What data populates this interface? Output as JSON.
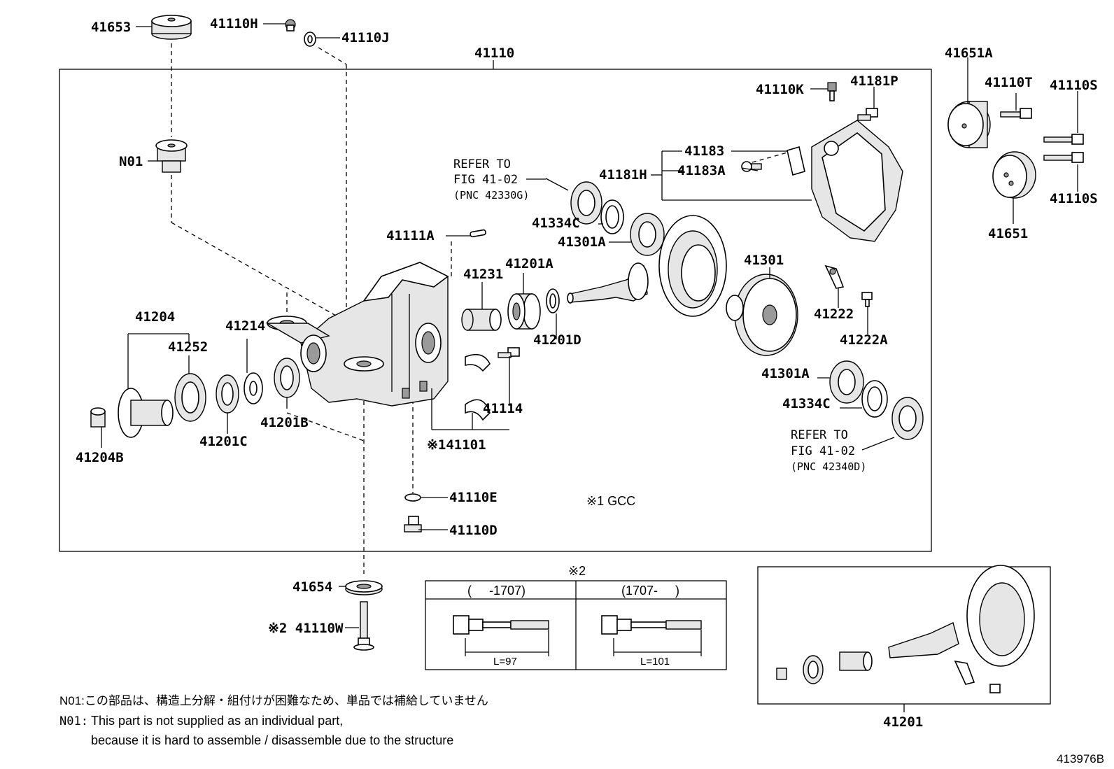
{
  "diagram_id": "413976B",
  "labels": {
    "p41653": "41653",
    "p41110H": "41110H",
    "p41110J": "41110J",
    "p41110": "41110",
    "pN01": "N01",
    "p41651A": "41651A",
    "p41110T": "41110T",
    "p41110S_top": "41110S",
    "p41110S_bot": "41110S",
    "p41651": "41651",
    "p41110K": "41110K",
    "p41181P": "41181P",
    "p41183": "41183",
    "p41183A": "41183A",
    "p41181H": "41181H",
    "p41334C_top": "41334C",
    "p41301A_top": "41301A",
    "p41111A": "41111A",
    "p41231": "41231",
    "p41201A": "41201A",
    "p41201D": "41201D",
    "p41301": "41301",
    "p41222": "41222",
    "p41222A": "41222A",
    "p41204": "41204",
    "p41252": "41252",
    "p41214": "41214",
    "p41204B": "41204B",
    "p41201C": "41201C",
    "p41201B": "41201B",
    "p41114": "41114",
    "p41101": "※141101",
    "p41301A_bot": "41301A",
    "p41334C_bot": "41334C",
    "p41110E": "41110E",
    "p41110D": "41110D",
    "p41654": "41654",
    "p41110W": "※2 41110W",
    "p41201": "41201"
  },
  "refer_top": {
    "line1": "REFER TO",
    "line2": "FIG 41-02",
    "line3": "(PNC 42330G)"
  },
  "refer_bot": {
    "line1": "REFER TO",
    "line2": "FIG 41-02",
    "line3": "(PNC 42340D)"
  },
  "gcc_note": "※1 GCC",
  "bolt_table": {
    "title": "※2",
    "col1_header": "(     -1707)",
    "col2_header": "(1707-     )",
    "col1_length": "L=97",
    "col2_length": "L=101"
  },
  "notes": {
    "jp": "N01:この部品は、構造上分解・組付けが困難なため、単品では補給していません",
    "en_prefix": "N01:",
    "en_line1": "This part is not supplied as an individual part,",
    "en_line2": "because it is hard to assemble / disassemble due to the structure"
  },
  "icons": [
    "mount-bushing-icon",
    "bolt-icon",
    "washer-icon",
    "bearing-icon",
    "oil-seal-icon",
    "ring-gear-icon",
    "drive-pinion-icon",
    "differential-case-icon",
    "carrier-housing-icon",
    "cover-icon",
    "companion-flange-icon",
    "nut-icon",
    "shim-icon"
  ]
}
